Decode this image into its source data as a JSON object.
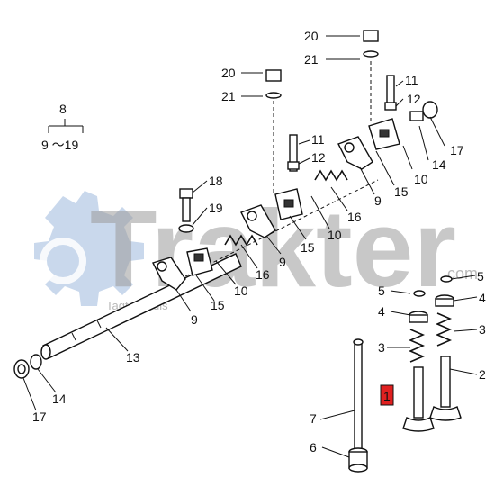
{
  "watermark": {
    "brand": "Trakter",
    "domain": ".com",
    "site": "Tagtalenidis",
    "gear_color": "#c9d8ec",
    "text_color": "#9a9a9a"
  },
  "highlight_color": "#e02020",
  "group_label": {
    "top": "8",
    "range": "9 〜19"
  },
  "callouts": [
    {
      "id": "c20a",
      "text": "20"
    },
    {
      "id": "c21a",
      "text": "21"
    },
    {
      "id": "c20b",
      "text": "20"
    },
    {
      "id": "c21b",
      "text": "21"
    },
    {
      "id": "c11a",
      "text": "11"
    },
    {
      "id": "c12a",
      "text": "12"
    },
    {
      "id": "c17a",
      "text": "17"
    },
    {
      "id": "c14a",
      "text": "14"
    },
    {
      "id": "c10a",
      "text": "10"
    },
    {
      "id": "c15a",
      "text": "15"
    },
    {
      "id": "c9a",
      "text": "9"
    },
    {
      "id": "c11b",
      "text": "11"
    },
    {
      "id": "c12b",
      "text": "12"
    },
    {
      "id": "c16a",
      "text": "16"
    },
    {
      "id": "c10b",
      "text": "10"
    },
    {
      "id": "c15b",
      "text": "15"
    },
    {
      "id": "c9b",
      "text": "9"
    },
    {
      "id": "c18",
      "text": "18"
    },
    {
      "id": "c19",
      "text": "19"
    },
    {
      "id": "c16b",
      "text": "16"
    },
    {
      "id": "c10c",
      "text": "10"
    },
    {
      "id": "c15c",
      "text": "15"
    },
    {
      "id": "c9c",
      "text": "9"
    },
    {
      "id": "c13",
      "text": "13"
    },
    {
      "id": "c14b",
      "text": "14"
    },
    {
      "id": "c17b",
      "text": "17"
    },
    {
      "id": "c5a",
      "text": "5"
    },
    {
      "id": "c5b",
      "text": "5"
    },
    {
      "id": "c4a",
      "text": "4"
    },
    {
      "id": "c4b",
      "text": "4"
    },
    {
      "id": "c3a",
      "text": "3"
    },
    {
      "id": "c3b",
      "text": "3"
    },
    {
      "id": "c2",
      "text": "2"
    },
    {
      "id": "c1",
      "text": "1"
    },
    {
      "id": "c7",
      "text": "7"
    },
    {
      "id": "c6",
      "text": "6"
    }
  ]
}
